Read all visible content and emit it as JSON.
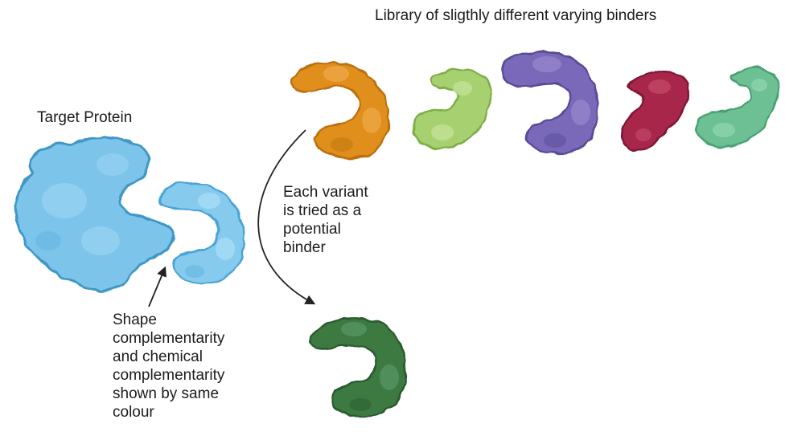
{
  "diagram": {
    "library_title": "Library of sligthly different varying binders",
    "target_label": "Target Protein",
    "variant_caption": [
      "Each variant",
      "is tried as a",
      "potential",
      "binder"
    ],
    "complementarity_caption": [
      "Shape",
      "complementarity",
      "and chemical",
      "complementarity",
      "shown by same",
      "colour"
    ]
  },
  "colors": {
    "target_fill": "#7cc4ea",
    "target_stroke": "#3f97c4",
    "target_binder_fill": "#86cbee",
    "orange_binder": "#e08e1a",
    "lime_binder": "#a7d16f",
    "purple_binder": "#7a68b8",
    "crimson_binder": "#a8284a",
    "mint_binder": "#6cc093",
    "selected_binder": "#3d7a43",
    "arrow": "#222222"
  }
}
